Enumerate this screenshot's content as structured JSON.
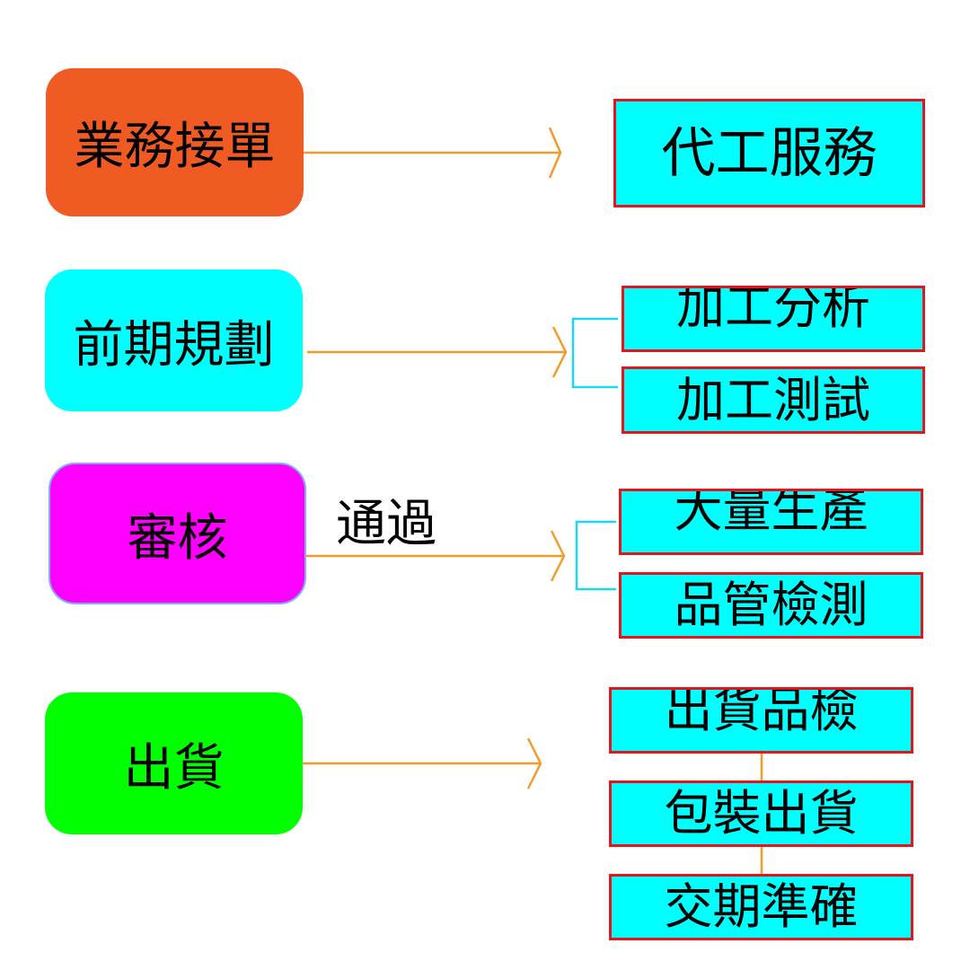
{
  "colors": {
    "connector": "#f39a2b",
    "bracket": "#1fd6f0",
    "output_border": "#e8141c",
    "output_fill": "#00ffff"
  },
  "stages": [
    {
      "label": "業務接單",
      "color": "#f05a23"
    },
    {
      "label": "前期規劃",
      "color": "#00ffff"
    },
    {
      "label": "審核",
      "color": "#ff00ff"
    },
    {
      "label": "出貨",
      "color": "#00ff00"
    }
  ],
  "transition_label": "通過",
  "outputs": [
    {
      "label": "代工服務"
    },
    {
      "label": "加工分析"
    },
    {
      "label": "加工測試"
    },
    {
      "label": "大量生產"
    },
    {
      "label": "品管檢測"
    },
    {
      "label": "出貨品檢"
    },
    {
      "label": "包裝出貨"
    },
    {
      "label": "交期準確"
    }
  ]
}
